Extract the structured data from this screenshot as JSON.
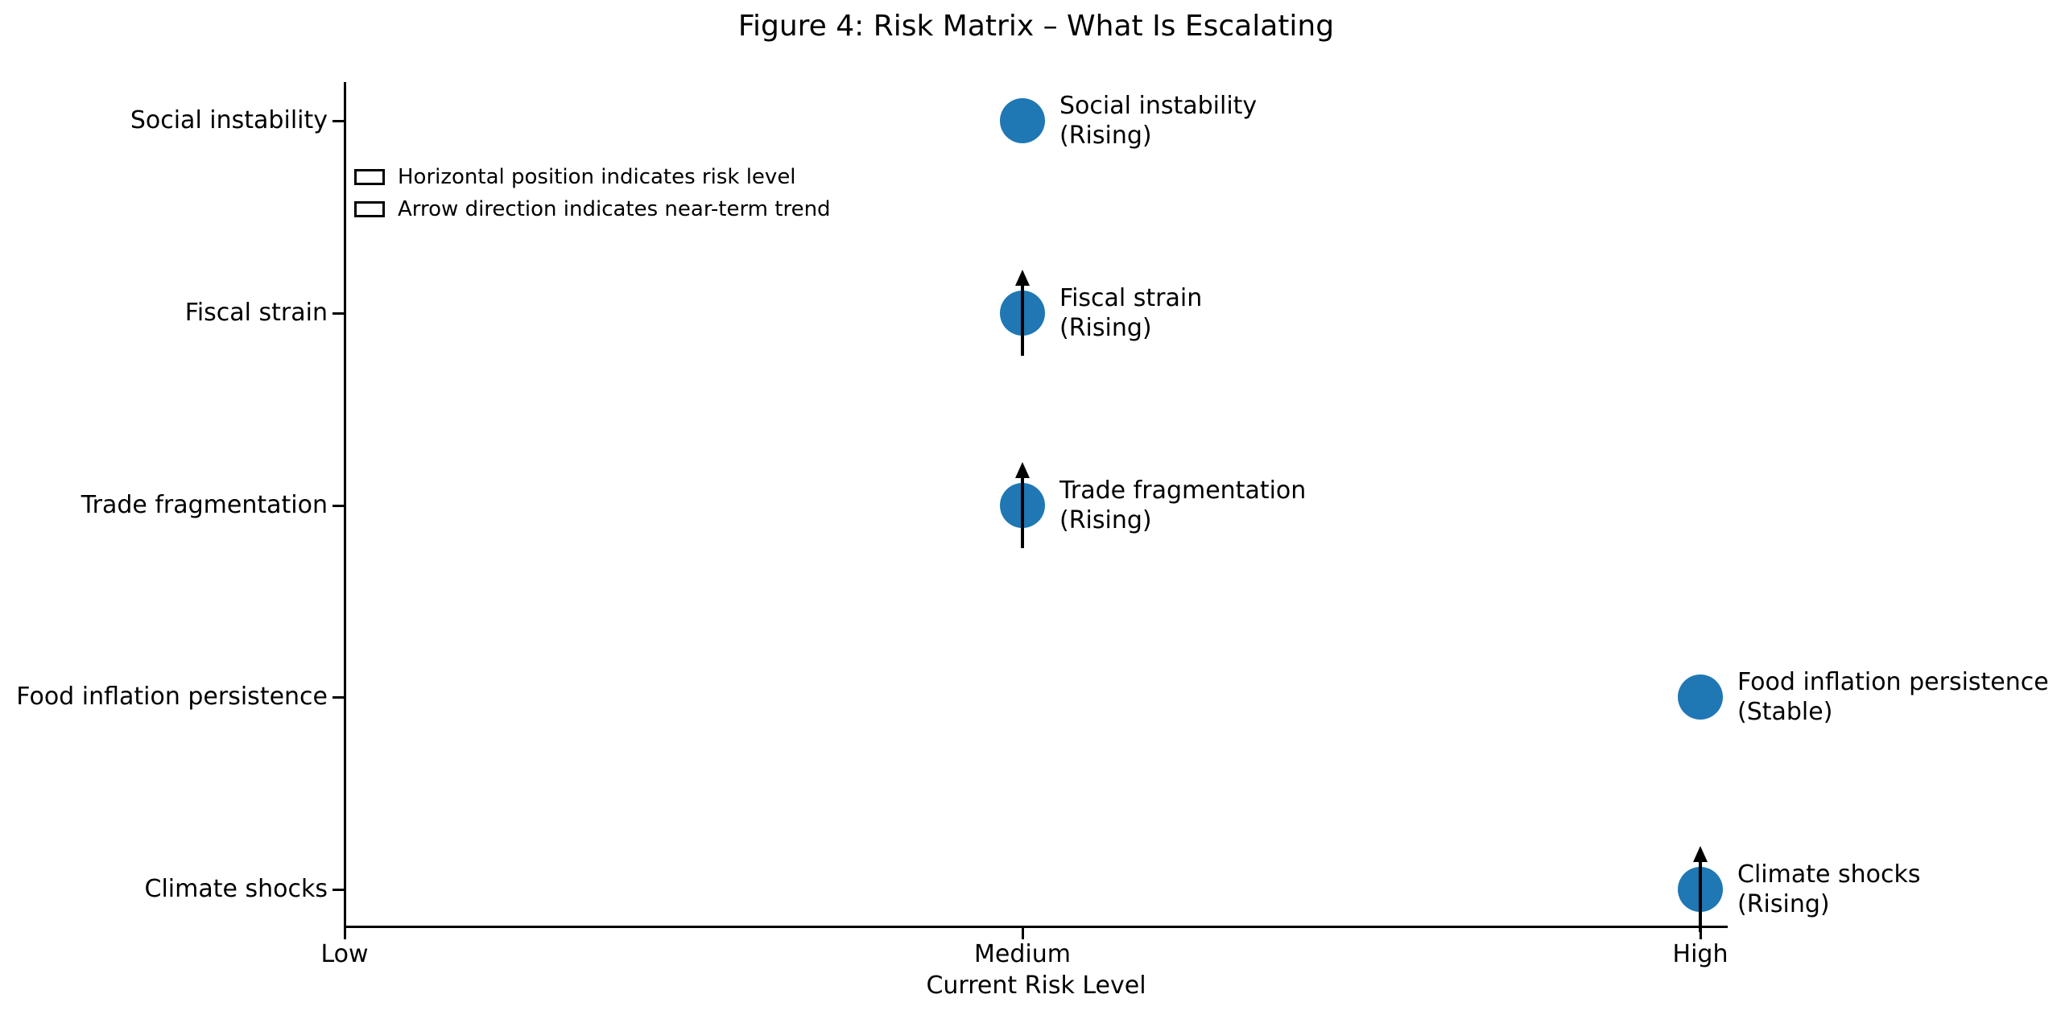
{
  "chart_data": {
    "type": "scatter",
    "title": "Figure 4: Risk Matrix – What Is Escalating",
    "xlabel": "Current Risk Level",
    "ylabel": "",
    "x_tick_labels": [
      "Low",
      "Medium",
      "High"
    ],
    "x_value_map": {
      "Low": 0,
      "Medium": 1,
      "High": 2
    },
    "y_categories_top_to_bottom": [
      "Social instability",
      "Fiscal strain",
      "Trade fragmentation",
      "Food inflation persistence",
      "Climate shocks"
    ],
    "grid": false,
    "legend_position": "upper-left",
    "legend_items": [
      "Horizontal position indicates risk level",
      "Arrow direction indicates near-term trend"
    ],
    "marker_color": "#1f77b4",
    "arrow_color": "#000000",
    "points": [
      {
        "risk": "Social instability",
        "level": "Medium",
        "x_value": 1,
        "trend": "Rising",
        "trend_label": "(Rising)",
        "arrow_up": false
      },
      {
        "risk": "Fiscal strain",
        "level": "Medium",
        "x_value": 1,
        "trend": "Rising",
        "trend_label": "(Rising)",
        "arrow_up": true
      },
      {
        "risk": "Trade fragmentation",
        "level": "Medium",
        "x_value": 1,
        "trend": "Rising",
        "trend_label": "(Rising)",
        "arrow_up": true
      },
      {
        "risk": "Food inflation persistence",
        "level": "High",
        "x_value": 2,
        "trend": "Stable",
        "trend_label": "(Stable)",
        "arrow_up": false
      },
      {
        "risk": "Climate shocks",
        "level": "High",
        "x_value": 2,
        "trend": "Rising",
        "trend_label": "(Rising)",
        "arrow_up": true
      }
    ]
  }
}
